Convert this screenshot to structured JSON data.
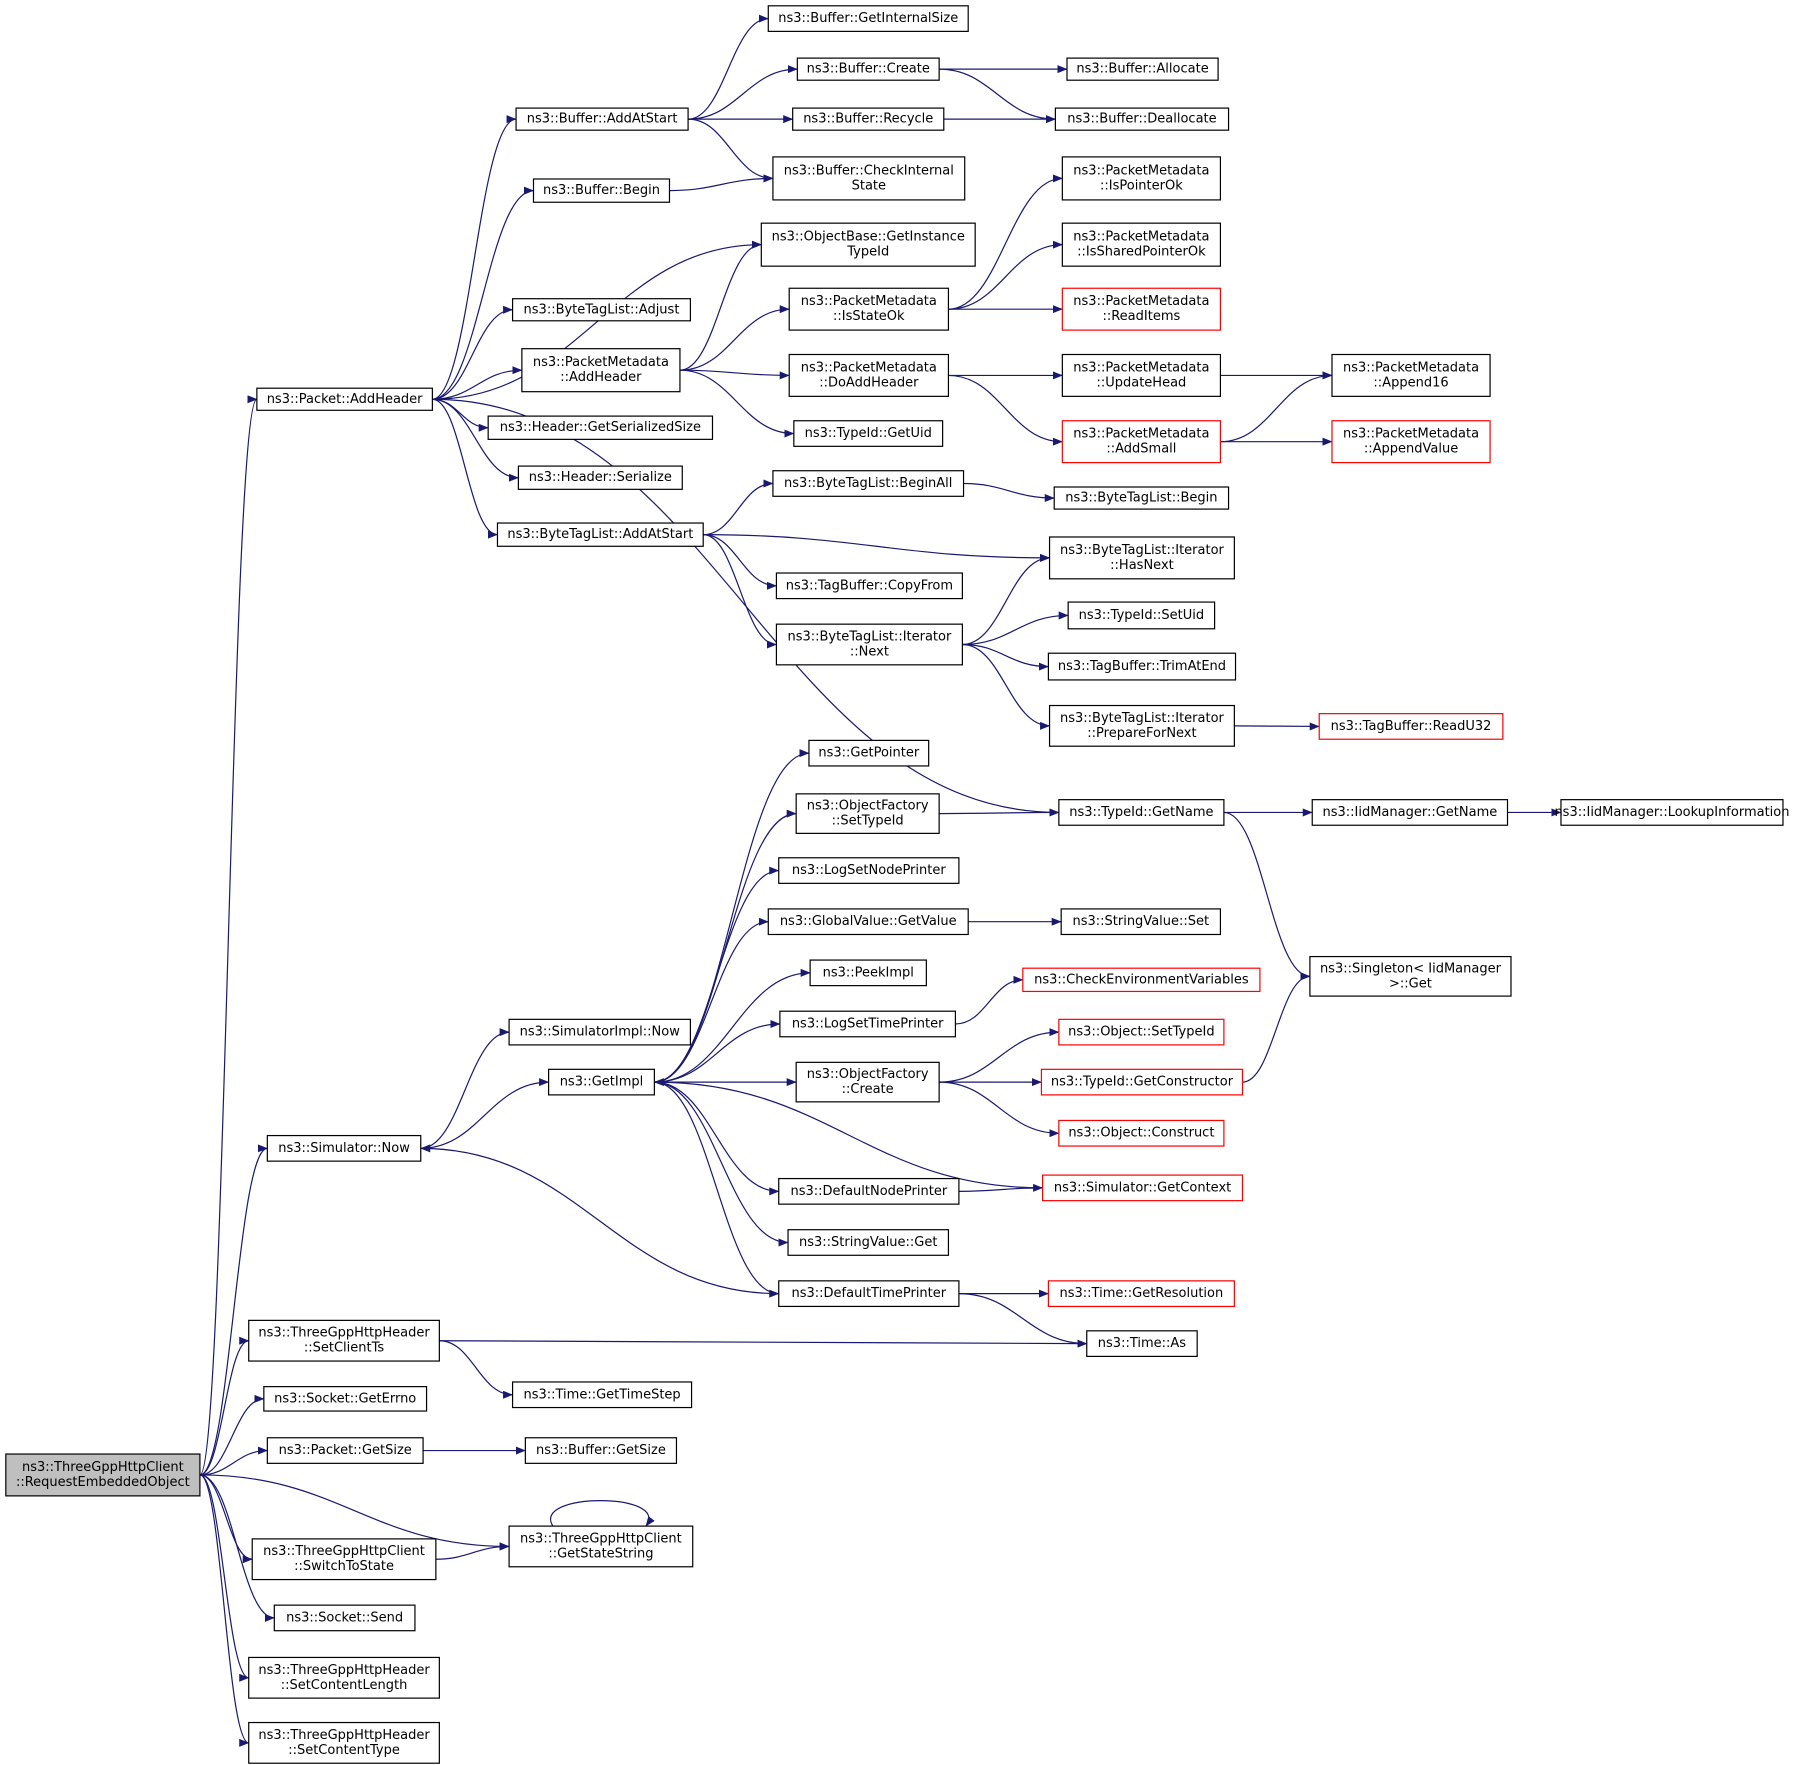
{
  "colors": {
    "edge": "#191970",
    "border": "#000000",
    "border_truncated": "#ff0000",
    "root_fill": "#bfbfbf",
    "node_fill": "#ffffff"
  },
  "nodes": [
    {
      "id": "root",
      "lines": [
        "ns3::ThreeGppHttpClient",
        "::RequestEmbeddedObject"
      ],
      "root": true
    },
    {
      "id": "addHeader",
      "lines": [
        "ns3::Packet::AddHeader"
      ]
    },
    {
      "id": "getInternalSize",
      "lines": [
        "ns3::Buffer::GetInternalSize"
      ]
    },
    {
      "id": "bufCreate",
      "lines": [
        "ns3::Buffer::Create"
      ]
    },
    {
      "id": "bufAllocate",
      "lines": [
        "ns3::Buffer::Allocate"
      ]
    },
    {
      "id": "bufAddAtStart",
      "lines": [
        "ns3::Buffer::AddAtStart"
      ]
    },
    {
      "id": "bufRecycle",
      "lines": [
        "ns3::Buffer::Recycle"
      ]
    },
    {
      "id": "bufDeallocate",
      "lines": [
        "ns3::Buffer::Deallocate"
      ]
    },
    {
      "id": "bufBegin",
      "lines": [
        "ns3::Buffer::Begin"
      ]
    },
    {
      "id": "bufCheck",
      "lines": [
        "ns3::Buffer::CheckInternal",
        "State"
      ]
    },
    {
      "id": "pmIsPointerOk",
      "lines": [
        "ns3::PacketMetadata",
        "::IsPointerOk"
      ]
    },
    {
      "id": "objBaseGetInst",
      "lines": [
        "ns3::ObjectBase::GetInstance",
        "TypeId"
      ]
    },
    {
      "id": "pmIsSharedPtrOk",
      "lines": [
        "ns3::PacketMetadata",
        "::IsSharedPointerOk"
      ]
    },
    {
      "id": "btlAdjust",
      "lines": [
        "ns3::ByteTagList::Adjust"
      ]
    },
    {
      "id": "pmIsStateOk",
      "lines": [
        "ns3::PacketMetadata",
        "::IsStateOk"
      ]
    },
    {
      "id": "pmReadItems",
      "lines": [
        "ns3::PacketMetadata",
        "::ReadItems"
      ],
      "truncated": true
    },
    {
      "id": "pmAddHeader",
      "lines": [
        "ns3::PacketMetadata",
        "::AddHeader"
      ]
    },
    {
      "id": "pmDoAddHeader",
      "lines": [
        "ns3::PacketMetadata",
        "::DoAddHeader"
      ]
    },
    {
      "id": "pmUpdateHead",
      "lines": [
        "ns3::PacketMetadata",
        "::UpdateHead"
      ]
    },
    {
      "id": "pmAppend16",
      "lines": [
        "ns3::PacketMetadata",
        "::Append16"
      ]
    },
    {
      "id": "hdrGetSerSize",
      "lines": [
        "ns3::Header::GetSerializedSize"
      ]
    },
    {
      "id": "typeIdGetUid",
      "lines": [
        "ns3::TypeId::GetUid"
      ]
    },
    {
      "id": "pmAddSmall",
      "lines": [
        "ns3::PacketMetadata",
        "::AddSmall"
      ],
      "truncated": true
    },
    {
      "id": "pmAppendValue",
      "lines": [
        "ns3::PacketMetadata",
        "::AppendValue"
      ],
      "truncated": true
    },
    {
      "id": "hdrSerialize",
      "lines": [
        "ns3::Header::Serialize"
      ]
    },
    {
      "id": "btlBeginAll",
      "lines": [
        "ns3::ByteTagList::BeginAll"
      ]
    },
    {
      "id": "btlBegin",
      "lines": [
        "ns3::ByteTagList::Begin"
      ]
    },
    {
      "id": "btlAddAtStart",
      "lines": [
        "ns3::ByteTagList::AddAtStart"
      ]
    },
    {
      "id": "btlItHasNext",
      "lines": [
        "ns3::ByteTagList::Iterator",
        "::HasNext"
      ]
    },
    {
      "id": "tbCopyFrom",
      "lines": [
        "ns3::TagBuffer::CopyFrom"
      ]
    },
    {
      "id": "typeIdSetUid",
      "lines": [
        "ns3::TypeId::SetUid"
      ]
    },
    {
      "id": "btlItNext",
      "lines": [
        "ns3::ByteTagList::Iterator",
        "::Next"
      ]
    },
    {
      "id": "tbTrimAtEnd",
      "lines": [
        "ns3::TagBuffer::TrimAtEnd"
      ]
    },
    {
      "id": "btlItPrepare",
      "lines": [
        "ns3::ByteTagList::Iterator",
        "::PrepareForNext"
      ]
    },
    {
      "id": "tbReadU32",
      "lines": [
        "ns3::TagBuffer::ReadU32"
      ],
      "truncated": true
    },
    {
      "id": "getPointer",
      "lines": [
        "ns3::GetPointer"
      ]
    },
    {
      "id": "ofSetTypeId",
      "lines": [
        "ns3::ObjectFactory",
        "::SetTypeId"
      ]
    },
    {
      "id": "typeIdGetName",
      "lines": [
        "ns3::TypeId::GetName"
      ]
    },
    {
      "id": "iidGetName",
      "lines": [
        "ns3::IidManager::GetName"
      ]
    },
    {
      "id": "iidLookup",
      "lines": [
        "ns3::IidManager::LookupInformation"
      ]
    },
    {
      "id": "logSetNodePrinter",
      "lines": [
        "ns3::LogSetNodePrinter"
      ]
    },
    {
      "id": "gvGetValue",
      "lines": [
        "ns3::GlobalValue::GetValue"
      ]
    },
    {
      "id": "svSet",
      "lines": [
        "ns3::StringValue::Set"
      ]
    },
    {
      "id": "peekImpl",
      "lines": [
        "ns3::PeekImpl"
      ]
    },
    {
      "id": "singletonGet",
      "lines": [
        "ns3::Singleton< IidManager",
        ">::Get"
      ]
    },
    {
      "id": "checkEnv",
      "lines": [
        "ns3::CheckEnvironmentVariables"
      ],
      "truncated": true
    },
    {
      "id": "simImplNow",
      "lines": [
        "ns3::SimulatorImpl::Now"
      ]
    },
    {
      "id": "logSetTimePrinter",
      "lines": [
        "ns3::LogSetTimePrinter"
      ]
    },
    {
      "id": "objSetTypeId",
      "lines": [
        "ns3::Object::SetTypeId"
      ],
      "truncated": true
    },
    {
      "id": "getImpl",
      "lines": [
        "ns3::GetImpl"
      ]
    },
    {
      "id": "ofCreate",
      "lines": [
        "ns3::ObjectFactory",
        "::Create"
      ]
    },
    {
      "id": "typeIdGetCtor",
      "lines": [
        "ns3::TypeId::GetConstructor"
      ],
      "truncated": true
    },
    {
      "id": "objConstruct",
      "lines": [
        "ns3::Object::Construct"
      ],
      "truncated": true
    },
    {
      "id": "simNow",
      "lines": [
        "ns3::Simulator::Now"
      ]
    },
    {
      "id": "defNodePrinter",
      "lines": [
        "ns3::DefaultNodePrinter"
      ]
    },
    {
      "id": "simGetContext",
      "lines": [
        "ns3::Simulator::GetContext"
      ],
      "truncated": true
    },
    {
      "id": "svGet",
      "lines": [
        "ns3::StringValue::Get"
      ]
    },
    {
      "id": "defTimePrinter",
      "lines": [
        "ns3::DefaultTimePrinter"
      ]
    },
    {
      "id": "timeGetRes",
      "lines": [
        "ns3::Time::GetResolution"
      ],
      "truncated": true
    },
    {
      "id": "hdrSetClientTs",
      "lines": [
        "ns3::ThreeGppHttpHeader",
        "::SetClientTs"
      ]
    },
    {
      "id": "timeAs",
      "lines": [
        "ns3::Time::As"
      ]
    },
    {
      "id": "timeGetTimeStep",
      "lines": [
        "ns3::Time::GetTimeStep"
      ]
    },
    {
      "id": "sockGetErrno",
      "lines": [
        "ns3::Socket::GetErrno"
      ]
    },
    {
      "id": "pktGetSize",
      "lines": [
        "ns3::Packet::GetSize"
      ]
    },
    {
      "id": "bufGetSize",
      "lines": [
        "ns3::Buffer::GetSize"
      ]
    },
    {
      "id": "getStateString",
      "lines": [
        "ns3::ThreeGppHttpClient",
        "::GetStateString"
      ]
    },
    {
      "id": "switchToState",
      "lines": [
        "ns3::ThreeGppHttpClient",
        "::SwitchToState"
      ]
    },
    {
      "id": "sockSend",
      "lines": [
        "ns3::Socket::Send"
      ]
    },
    {
      "id": "hdrSetContentLength",
      "lines": [
        "ns3::ThreeGppHttpHeader",
        "::SetContentLength"
      ]
    },
    {
      "id": "hdrSetContentType",
      "lines": [
        "ns3::ThreeGppHttpHeader",
        "::SetContentType"
      ]
    }
  ],
  "edges": [
    [
      "root",
      "addHeader"
    ],
    [
      "root",
      "simNow"
    ],
    [
      "root",
      "hdrSetClientTs"
    ],
    [
      "root",
      "sockGetErrno"
    ],
    [
      "root",
      "pktGetSize"
    ],
    [
      "root",
      "getStateString"
    ],
    [
      "root",
      "switchToState"
    ],
    [
      "root",
      "sockSend"
    ],
    [
      "root",
      "hdrSetContentLength"
    ],
    [
      "root",
      "hdrSetContentType"
    ],
    [
      "addHeader",
      "bufAddAtStart"
    ],
    [
      "addHeader",
      "bufBegin"
    ],
    [
      "addHeader",
      "objBaseGetInst"
    ],
    [
      "addHeader",
      "btlAdjust"
    ],
    [
      "addHeader",
      "pmAddHeader"
    ],
    [
      "addHeader",
      "hdrGetSerSize"
    ],
    [
      "addHeader",
      "hdrSerialize"
    ],
    [
      "addHeader",
      "btlAddAtStart"
    ],
    [
      "addHeader",
      "typeIdGetName"
    ],
    [
      "bufAddAtStart",
      "getInternalSize"
    ],
    [
      "bufAddAtStart",
      "bufCreate"
    ],
    [
      "bufAddAtStart",
      "bufRecycle"
    ],
    [
      "bufAddAtStart",
      "bufCheck"
    ],
    [
      "bufCreate",
      "bufAllocate"
    ],
    [
      "bufCreate",
      "bufDeallocate"
    ],
    [
      "bufRecycle",
      "bufDeallocate"
    ],
    [
      "bufBegin",
      "bufCheck"
    ],
    [
      "pmAddHeader",
      "objBaseGetInst"
    ],
    [
      "pmAddHeader",
      "pmIsStateOk"
    ],
    [
      "pmAddHeader",
      "pmDoAddHeader"
    ],
    [
      "pmAddHeader",
      "typeIdGetUid"
    ],
    [
      "pmIsStateOk",
      "pmIsPointerOk"
    ],
    [
      "pmIsStateOk",
      "pmIsSharedPtrOk"
    ],
    [
      "pmIsStateOk",
      "pmReadItems"
    ],
    [
      "pmDoAddHeader",
      "pmUpdateHead"
    ],
    [
      "pmDoAddHeader",
      "pmAddSmall"
    ],
    [
      "pmUpdateHead",
      "pmAppend16"
    ],
    [
      "pmAddSmall",
      "pmAppend16"
    ],
    [
      "pmAddSmall",
      "pmAppendValue"
    ],
    [
      "btlAddAtStart",
      "btlBeginAll"
    ],
    [
      "btlAddAtStart",
      "btlItHasNext"
    ],
    [
      "btlAddAtStart",
      "tbCopyFrom"
    ],
    [
      "btlAddAtStart",
      "btlItNext"
    ],
    [
      "btlBeginAll",
      "btlBegin"
    ],
    [
      "btlItNext",
      "btlItHasNext"
    ],
    [
      "btlItNext",
      "typeIdSetUid"
    ],
    [
      "btlItNext",
      "tbTrimAtEnd"
    ],
    [
      "btlItNext",
      "btlItPrepare"
    ],
    [
      "btlItPrepare",
      "tbReadU32"
    ],
    [
      "ofSetTypeId",
      "typeIdGetName"
    ],
    [
      "typeIdGetName",
      "iidGetName"
    ],
    [
      "typeIdGetName",
      "singletonGet"
    ],
    [
      "iidGetName",
      "iidLookup"
    ],
    [
      "gvGetValue",
      "svSet"
    ],
    [
      "logSetTimePrinter",
      "checkEnv"
    ],
    [
      "getImpl",
      "getPointer"
    ],
    [
      "getImpl",
      "ofSetTypeId"
    ],
    [
      "getImpl",
      "logSetNodePrinter"
    ],
    [
      "getImpl",
      "gvGetValue"
    ],
    [
      "getImpl",
      "peekImpl"
    ],
    [
      "getImpl",
      "logSetTimePrinter"
    ],
    [
      "getImpl",
      "ofCreate"
    ],
    [
      "getImpl",
      "defNodePrinter"
    ],
    [
      "getImpl",
      "svGet"
    ],
    [
      "getImpl",
      "defTimePrinter"
    ],
    [
      "ofCreate",
      "objSetTypeId"
    ],
    [
      "ofCreate",
      "typeIdGetCtor"
    ],
    [
      "ofCreate",
      "objConstruct"
    ],
    [
      "typeIdGetCtor",
      "singletonGet"
    ],
    [
      "simNow",
      "simImplNow"
    ],
    [
      "simNow",
      "getImpl"
    ],
    [
      "defNodePrinter",
      "simGetContext"
    ],
    [
      "simGetContext",
      "getImpl"
    ],
    [
      "defTimePrinter",
      "simNow"
    ],
    [
      "defTimePrinter",
      "timeGetRes"
    ],
    [
      "defTimePrinter",
      "timeAs"
    ],
    [
      "hdrSetClientTs",
      "timeAs"
    ],
    [
      "hdrSetClientTs",
      "timeGetTimeStep"
    ],
    [
      "pktGetSize",
      "bufGetSize"
    ],
    [
      "getStateString",
      "getStateString"
    ],
    [
      "switchToState",
      "getStateString"
    ]
  ]
}
